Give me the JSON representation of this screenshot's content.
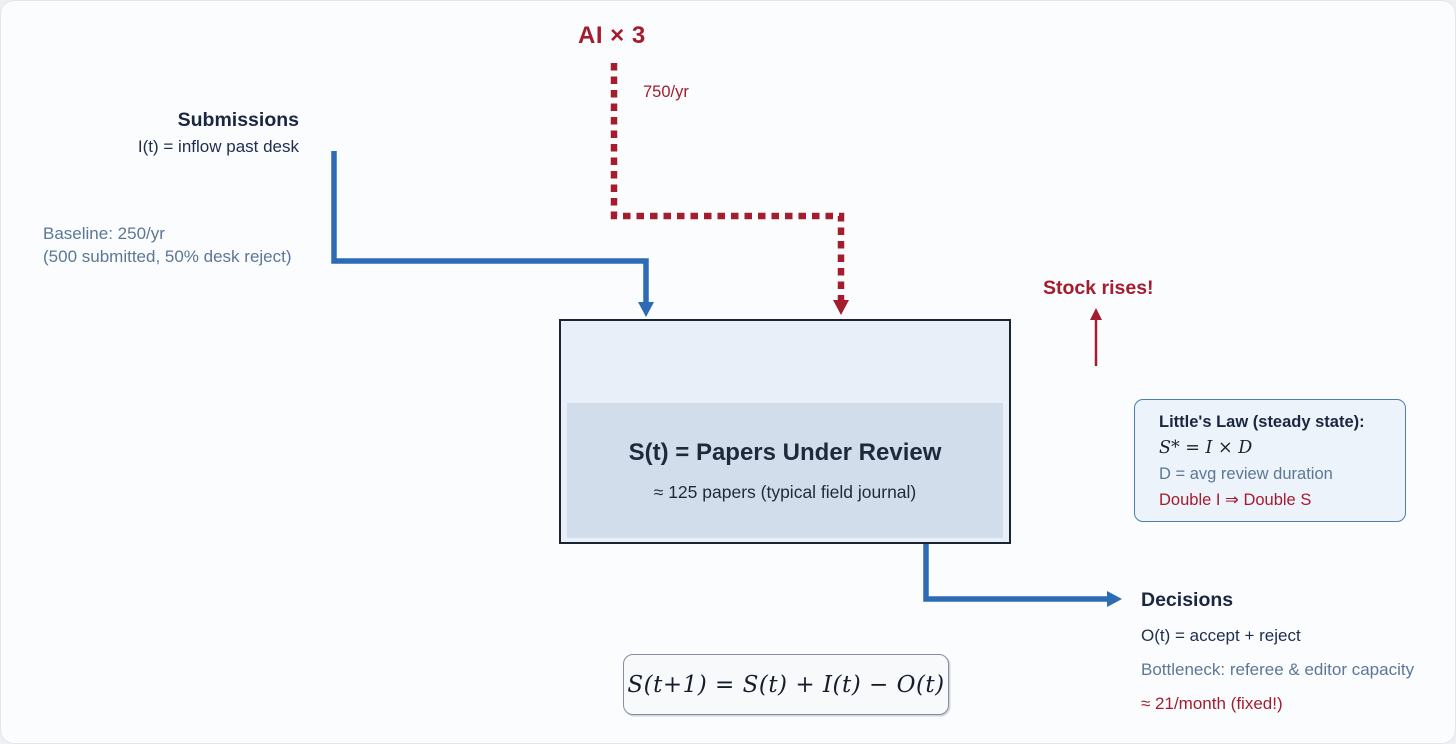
{
  "colors": {
    "accent_red": "#A41C30",
    "accent_blue": "#2D6CB5",
    "heading_navy": "#1B2740",
    "muted_slate": "#5C7796",
    "stock_box_border": "#1B2433",
    "stock_box_bg": "#E9EFF8",
    "stock_fill": "#D2DDEC",
    "littles_box_border": "#4C7EB5",
    "littles_box_bg": "#EDF3FA"
  },
  "ai_inflow": {
    "label": "AI × 3",
    "rate": "750/yr"
  },
  "submissions": {
    "title": "Submissions",
    "definition": "I(t) = inflow past desk",
    "baseline_line1": "Baseline: 250/yr",
    "baseline_line2": "(500 submitted, 50% desk reject)"
  },
  "stock": {
    "title": "S(t) = Papers Under Review",
    "subtitle": "≈ 125 papers (typical field journal)",
    "annotation": "Stock rises!"
  },
  "littles_law": {
    "title": "Little's Law (steady state):",
    "formula": "S* = I × D",
    "definition": "D = avg review duration",
    "implication": "Double I ⇒ Double S"
  },
  "decisions": {
    "title": "Decisions",
    "definition": "O(t) = accept + reject",
    "bottleneck": "Bottleneck: referee & editor capacity",
    "rate": "≈ 21/month (fixed!)"
  },
  "equation": "S(t+1) = S(t) + I(t) − O(t)"
}
